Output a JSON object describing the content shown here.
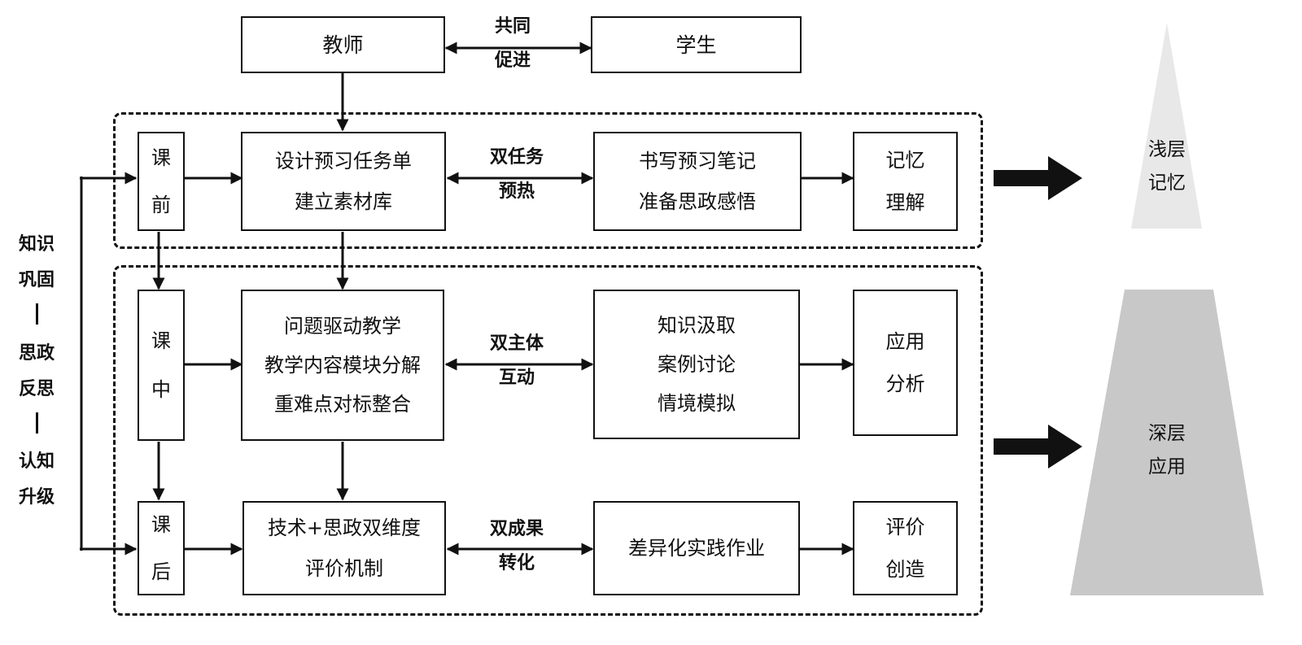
{
  "top": {
    "teacher": "教师",
    "student": "学生",
    "link": [
      "共同",
      "促进"
    ]
  },
  "phases": {
    "pre": [
      "课",
      "前"
    ],
    "in": [
      "课",
      "中"
    ],
    "post": [
      "课",
      "后"
    ]
  },
  "teacher_boxes": {
    "pre": [
      "设计预习任务单",
      "建立素材库"
    ],
    "in": [
      "问题驱动教学",
      "教学内容模块分解",
      "重难点对标整合"
    ],
    "post": [
      "技术+思政双维度",
      "评价机制"
    ]
  },
  "links": {
    "pre": [
      "双任务",
      "预热"
    ],
    "in": [
      "双主体",
      "互动"
    ],
    "post": [
      "双成果",
      "转化"
    ]
  },
  "student_boxes": {
    "pre": [
      "书写预习笔记",
      "准备思政感悟"
    ],
    "in": [
      "知识汲取",
      "案例讨论",
      "情境模拟"
    ],
    "post": [
      "差异化实践作业"
    ]
  },
  "result_boxes": {
    "pre": [
      "记忆",
      "理解"
    ],
    "in": [
      "应用",
      "分析"
    ],
    "post": [
      "评价",
      "创造"
    ]
  },
  "left_loop": {
    "group1": [
      "知识",
      "巩固"
    ],
    "group2": [
      "思政",
      "反思"
    ],
    "group3": [
      "认知",
      "升级"
    ]
  },
  "levels": {
    "shallow": [
      "浅层",
      "记忆"
    ],
    "deep": [
      "深层",
      "应用"
    ]
  },
  "colors": {
    "ink": "#111111",
    "shallow_fill": "#e8e8e8",
    "deep_fill": "#c8c8c8"
  }
}
